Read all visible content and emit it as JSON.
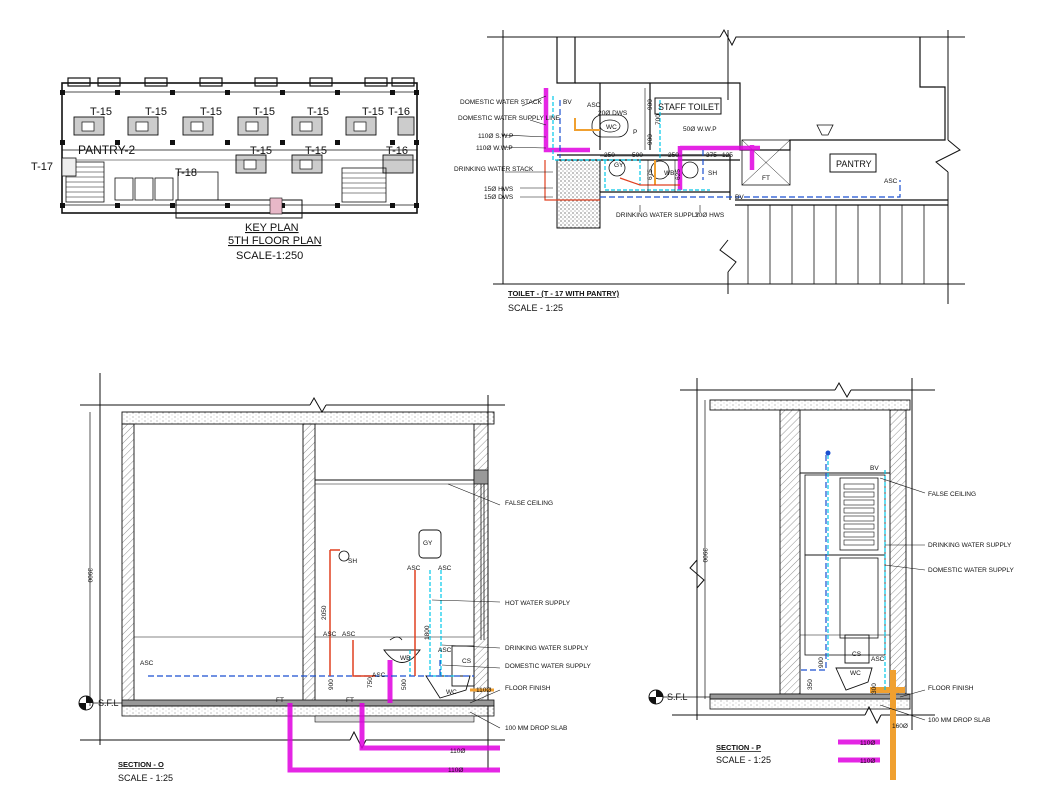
{
  "key_plan": {
    "title": "KEY PLAN",
    "subtitle": "5TH FLOOR PLAN",
    "scale": "SCALE-1:250",
    "unit_labels": [
      "T-15",
      "T-15",
      "T-15",
      "T-15",
      "T-15",
      "T-15",
      "T-16"
    ],
    "unit_labels_lower": [
      "T-15",
      "T-15",
      "T-16"
    ],
    "pantry_label": "PANTRY-2",
    "t17_label": "T-17",
    "t18_label": "T-18"
  },
  "toilet_plan": {
    "title": "TOILET - (T - 17 WITH PANTRY)",
    "scale": "SCALE - 1:25",
    "staff_toilet": "STAFF TOILET",
    "pantry": "PANTRY",
    "labels_left": [
      "DOMESTIC WATER STACK",
      "DOMESTIC WATER SUPPLY LINE",
      "110Ø S.W.P",
      "110Ø W.W.P",
      "DRINKING WATER STACK",
      "15Ø HWS",
      "15Ø DWS"
    ],
    "labels_misc": [
      "BV",
      "ASC",
      "20Ø DWS",
      "WC",
      "P",
      "50Ø W.W.P",
      "GY",
      "WB",
      "SH",
      "FT",
      "ASC",
      "BV",
      "DRINKING WATER SUPPLY",
      "20Ø HWS"
    ],
    "dims": [
      "250",
      "500",
      "250",
      "375",
      "125",
      "900",
      "700",
      "900",
      "675",
      "625"
    ]
  },
  "section_o": {
    "title": "SECTION - O",
    "scale": "SCALE - 1:25",
    "height_dim": "3900",
    "sfl": "S.F.L",
    "labels": [
      "FALSE CEILING",
      "HOT WATER SUPPLY",
      "DRINKING WATER SUPPLY",
      "DOMESTIC WATER SUPPLY",
      "FLOOR FINISH",
      "100 MM DROP SLAB"
    ],
    "fixtures": [
      "GY",
      "ASC",
      "ASC",
      "SH",
      "ASC",
      "ASC",
      "ASC",
      "WB",
      "ASC",
      "CS",
      "WC",
      "ASC",
      "FT",
      "FT"
    ],
    "dims": [
      "2050",
      "1800",
      "900",
      "500",
      "750",
      "110Ø",
      "110Ø",
      "110Ø"
    ]
  },
  "section_p": {
    "title": "SECTION - P",
    "scale": "SCALE - 1:25",
    "height_dim": "3900",
    "sfl": "S.F.L",
    "labels": [
      "FALSE CEILING",
      "DRINKING WATER SUPPLY",
      "DOMESTIC WATER SUPPLY",
      "FLOOR FINISH",
      "100 MM DROP SLAB"
    ],
    "fixtures": [
      "BV",
      "CS",
      "WC",
      "ASC"
    ],
    "dims": [
      "350",
      "900",
      "300",
      "110Ø",
      "110Ø",
      "160Ø"
    ]
  },
  "colors": {
    "line": "#111111",
    "swp_pipe": "#e000e0",
    "orange_pipe": "#f0a030",
    "cyan_pipe": "#00c8e8",
    "blue_pipe": "#1a4fd0",
    "red_pipe": "#e04020",
    "hatch": "#888888"
  }
}
